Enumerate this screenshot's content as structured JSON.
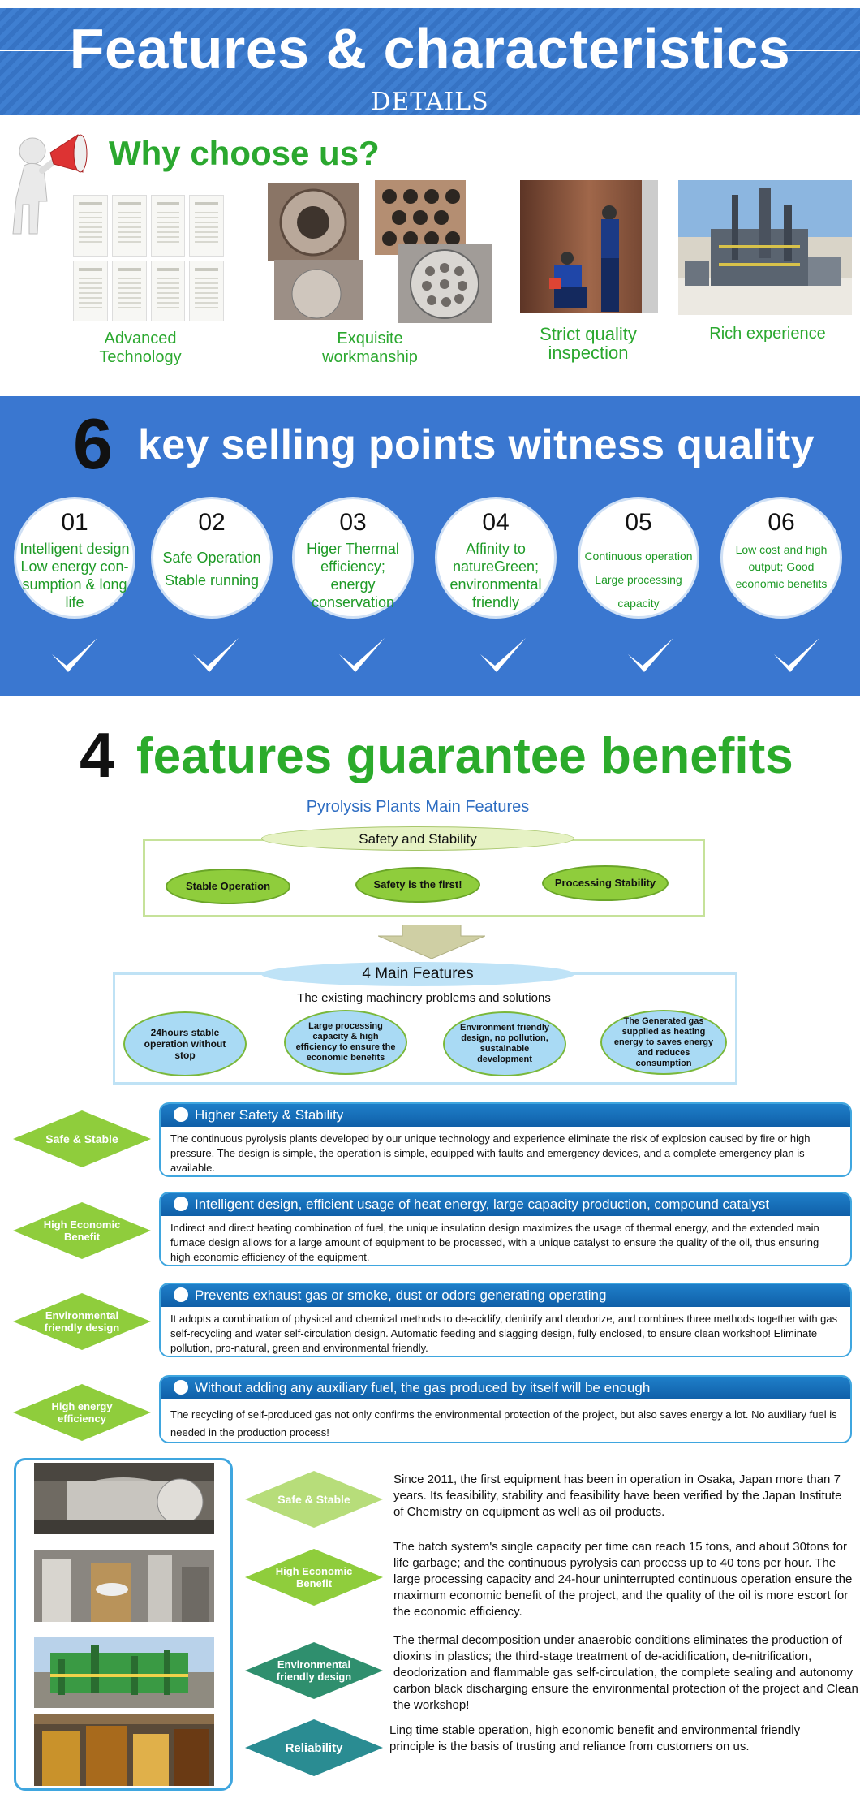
{
  "header": {
    "title": "Features & characteristics",
    "subtitle": "DETAILS"
  },
  "why": {
    "title": "Why choose us?",
    "items": [
      {
        "label": "Advanced Technology",
        "icon": "certificates-image"
      },
      {
        "label": "Exquisite workmanship",
        "icon": "flange-parts-image"
      },
      {
        "label": "Strict quality inspection",
        "icon": "inspection-workers-image"
      },
      {
        "label": "Rich experience",
        "icon": "plant-site-image"
      }
    ]
  },
  "selling_points": {
    "number": "6",
    "title": "key selling points witness quality",
    "items": [
      {
        "num": "01",
        "text": "Intelligent design Low energy con-sumption & long life"
      },
      {
        "num": "02",
        "text": "Safe Operation Stable running"
      },
      {
        "num": "03",
        "text": "Higer Thermal efficiency; energy conservation"
      },
      {
        "num": "04",
        "text": "Affinity to natureGreen; environmental friendly"
      },
      {
        "num": "05",
        "text": "Continuous operation Large processing capacity"
      },
      {
        "num": "06",
        "text": "Low cost and high output; Good economic benefits"
      }
    ]
  },
  "features": {
    "number": "4",
    "title": "features guarantee benefits",
    "diagram_title": "Pyrolysis Plants Main Features",
    "safety_title": "Safety and Stability",
    "safety_items": [
      "Stable Operation",
      "Safety is the first!",
      "Processing Stability"
    ],
    "main_title": "4 Main Features",
    "main_subtitle": "The existing machinery problems and solutions",
    "main_items": [
      "24hours stable operation without stop",
      "Large processing capacity & high efficiency to ensure the economic benefits",
      "Environment friendly design, no pollution, sustainable development",
      "The Generated gas supplied as heating energy to saves energy and reduces consumption"
    ]
  },
  "rows": [
    {
      "tag": "Safe & Stable",
      "heading": "Higher Safety & Stability",
      "body": "The continuous pyrolysis plants developed by our unique technology and experience eliminate the risk of explosion caused by fire or high pressure. The design is simple, the operation is simple, equipped with faults and emergency devices, and a complete emergency plan is available."
    },
    {
      "tag": "High Economic Benefit",
      "heading": "Intelligent design, efficient usage of heat energy, large capacity production, compound catalyst",
      "body": "Indirect and direct heating combination of fuel, the unique insulation design maximizes the usage of thermal energy, and the extended main furnace design allows for a large amount of equipment to be processed, with a unique catalyst to ensure the quality of the oil, thus ensuring high economic efficiency of the equipment."
    },
    {
      "tag": "Environmental friendly design",
      "heading": "Prevents exhaust gas or smoke, dust or odors generating operating",
      "body": "It adopts a combination of physical and chemical methods to de-acidify, denitrify and deodorize, and combines three methods together with gas self-recycling and water self-circulation design. Automatic feeding and slagging design, fully enclosed, to ensure clean workshop! Eliminate pollution, pro-natural, green and environmental friendly."
    },
    {
      "tag": "High energy efficiency",
      "heading": "Without adding any auxiliary fuel, the gas produced by itself will be enough",
      "body": "The recycling of self-produced gas not only confirms the environmental protection of the project, but also saves energy a lot. No auxiliary fuel is needed in the production process!"
    }
  ],
  "bottom": [
    {
      "tag": "Safe & Stable",
      "text": "Since 2011, the first equipment has been in operation in Osaka, Japan more than 7 years. Its feasibility, stability and feasibility have been verified by the Japan Institute of Chemistry on equipment as well as oil products."
    },
    {
      "tag": "High Economic Benefit",
      "text": "The batch system's single capacity per time can reach 15 tons, and about 30tons for life garbage; and the continuous pyrolysis can process up to 40 tons per hour. The large processing capacity and 24-hour uninterrupted continuous operation ensure the maximum economic benefit of the project, and the quality of the oil is more escort for the economic efficiency."
    },
    {
      "tag": "Environmental friendly design",
      "text": "The thermal decomposition under anaerobic conditions eliminates the production of dioxins in plastics; the third-stage treatment of de-acidification, de-nitrification, deodorization and flammable gas self-circulation, the complete sealing and autonomy carbon black discharging ensure the environmental protection of the project and Clean the workshop!"
    },
    {
      "tag": "Reliability",
      "text": "Ling time stable operation, high economic benefit and environmental friendly principle is the basis of trusting and reliance from customers on us."
    }
  ],
  "colors": {
    "blue": "#3a77d0",
    "green": "#2ba82f",
    "light_green": "#8fcd3c",
    "teal": "#2a8c86"
  }
}
